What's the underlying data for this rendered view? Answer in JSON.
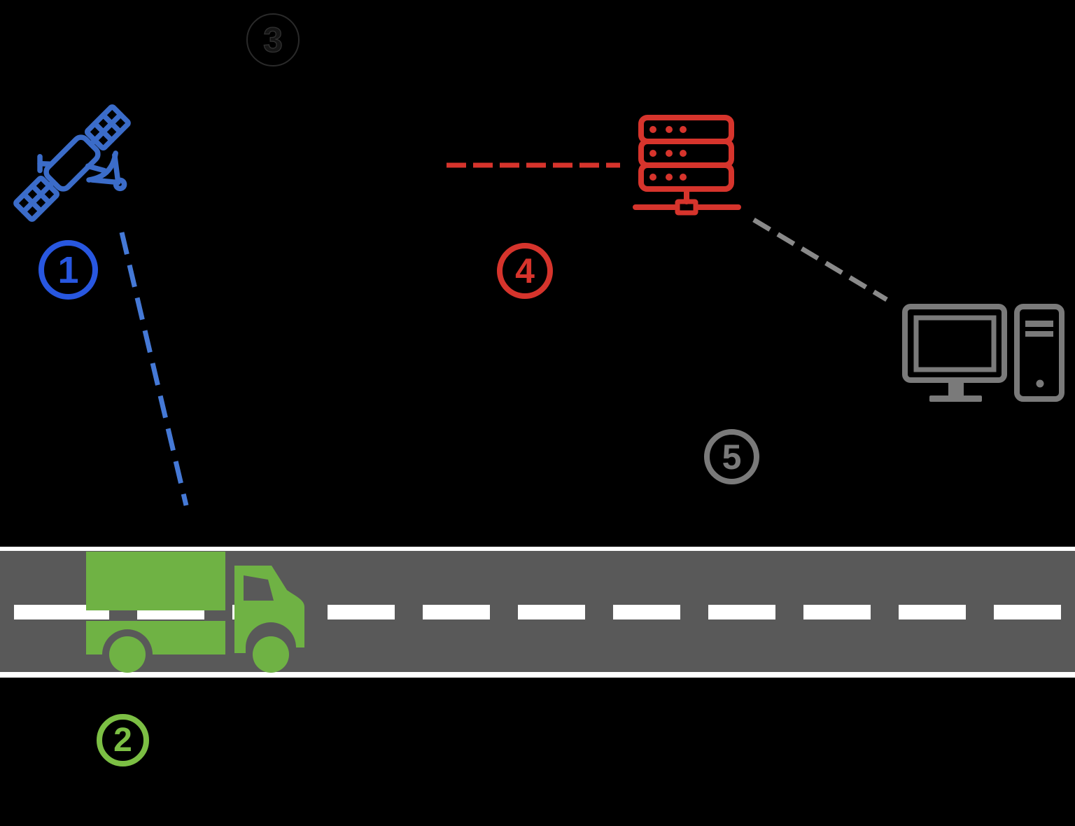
{
  "badges": [
    {
      "label": "1",
      "color": "#2857e0"
    },
    {
      "label": "2",
      "color": "#7cbf44"
    },
    {
      "label": "3",
      "color": "#2a2a2a"
    },
    {
      "label": "4",
      "color": "#d6342c"
    },
    {
      "label": "5",
      "color": "#7a7a7a"
    }
  ],
  "icons": [
    {
      "name": "satellite-icon",
      "color": "#3b6cc9"
    },
    {
      "name": "truck-icon",
      "color": "#6fb244"
    },
    {
      "name": "server-icon",
      "color": "#d6342c"
    },
    {
      "name": "desktop-computer-icon",
      "color": "#7a7a7a"
    }
  ],
  "connections": [
    {
      "name": "satellite-to-road",
      "style": "dashed",
      "color": "#4579d6"
    },
    {
      "name": "into-server",
      "style": "dashed",
      "color": "#d6342c"
    },
    {
      "name": "server-to-computer",
      "style": "dashed",
      "color": "#8a8a8a"
    }
  ],
  "road": {
    "surface_color": "#595959",
    "marking_color": "#ffffff"
  }
}
